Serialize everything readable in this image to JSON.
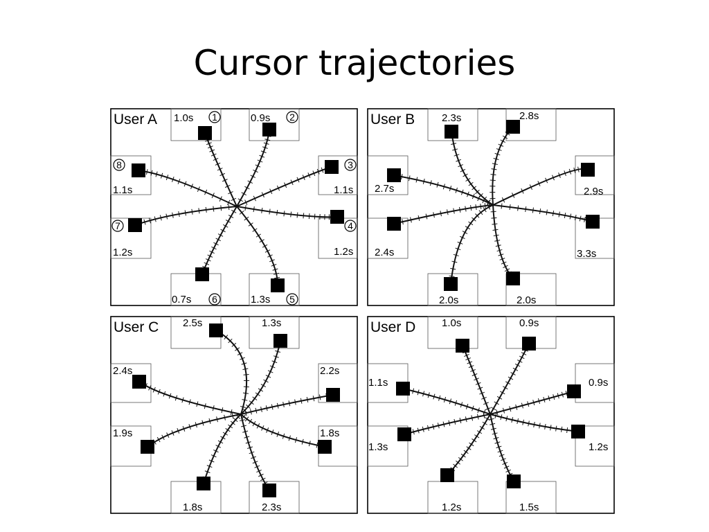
{
  "title": "Cursor trajectories",
  "panels": [
    {
      "label": "User A",
      "targets": [
        {
          "time": "1.0s",
          "num": "1"
        },
        {
          "time": "0.9s",
          "num": "2"
        },
        {
          "time": "1.1s",
          "num": "3"
        },
        {
          "time": "1.2s",
          "num": "4"
        },
        {
          "time": "1.3s",
          "num": "5"
        },
        {
          "time": "0.7s",
          "num": "6"
        },
        {
          "time": "1.2s",
          "num": "7"
        },
        {
          "time": "1.1s",
          "num": "8"
        }
      ]
    },
    {
      "label": "User B",
      "targets": [
        {
          "time": "2.3s"
        },
        {
          "time": "2.8s"
        },
        {
          "time": "2.9s"
        },
        {
          "time": "3.3s"
        },
        {
          "time": "2.0s"
        },
        {
          "time": "2.0s"
        },
        {
          "time": "2.4s"
        },
        {
          "time": "2.7s"
        }
      ]
    },
    {
      "label": "User C",
      "targets": [
        {
          "time": "2.5s"
        },
        {
          "time": "1.3s"
        },
        {
          "time": "2.2s"
        },
        {
          "time": "1.8s"
        },
        {
          "time": "2.3s"
        },
        {
          "time": "1.8s"
        },
        {
          "time": "1.9s"
        },
        {
          "time": "2.4s"
        }
      ]
    },
    {
      "label": "User D",
      "targets": [
        {
          "time": "1.0s"
        },
        {
          "time": "0.9s"
        },
        {
          "time": "0.9s"
        },
        {
          "time": "1.2s"
        },
        {
          "time": "1.5s"
        },
        {
          "time": "1.2s"
        },
        {
          "time": "1.3s"
        },
        {
          "time": "1.1s"
        }
      ]
    }
  ]
}
